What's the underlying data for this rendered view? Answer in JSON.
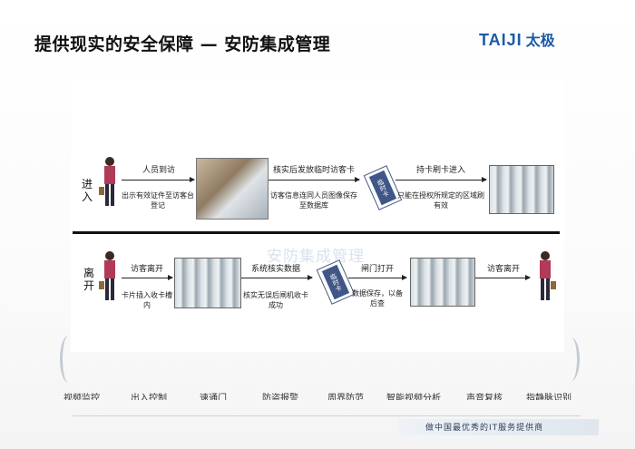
{
  "title": "提供现实的安全保障 — 安防集成管理",
  "logo": {
    "latin": "TAIJI",
    "cn": "太极"
  },
  "watermark": "安防集成管理",
  "entry": {
    "stage_label": "进入",
    "arrow1_label": "人员到访",
    "arrow1_note": "出示有效证件至访客台登记",
    "arrow2_label": "核实后发放临时访客卡",
    "arrow2_note": "访客信息连同人员图像保存至数据库",
    "card_text": "临时卡",
    "arrow3_label": "持卡刷卡进入",
    "arrow3_note": "只能在授权所规定的区域刷有效"
  },
  "exit": {
    "stage_label": "离开",
    "arrow1_label": "访客离开",
    "arrow1_note": "卡片插入收卡槽内",
    "arrow2_label": "系统核实数据",
    "arrow2_note": "核实无误后闸机收卡成功",
    "card_text": "临时卡",
    "arrow3_label": "闸门打开",
    "arrow3_note": "数据保存，以备后查",
    "arrow4_label": "访客离开"
  },
  "bottom_items": [
    "视频监控",
    "出入控制",
    "速通门",
    "防盗报警",
    "周界防范",
    "智能视频分析",
    "声音复核",
    "指静脉识别"
  ],
  "footer": "做中国最优秀的IT服务提供商"
}
